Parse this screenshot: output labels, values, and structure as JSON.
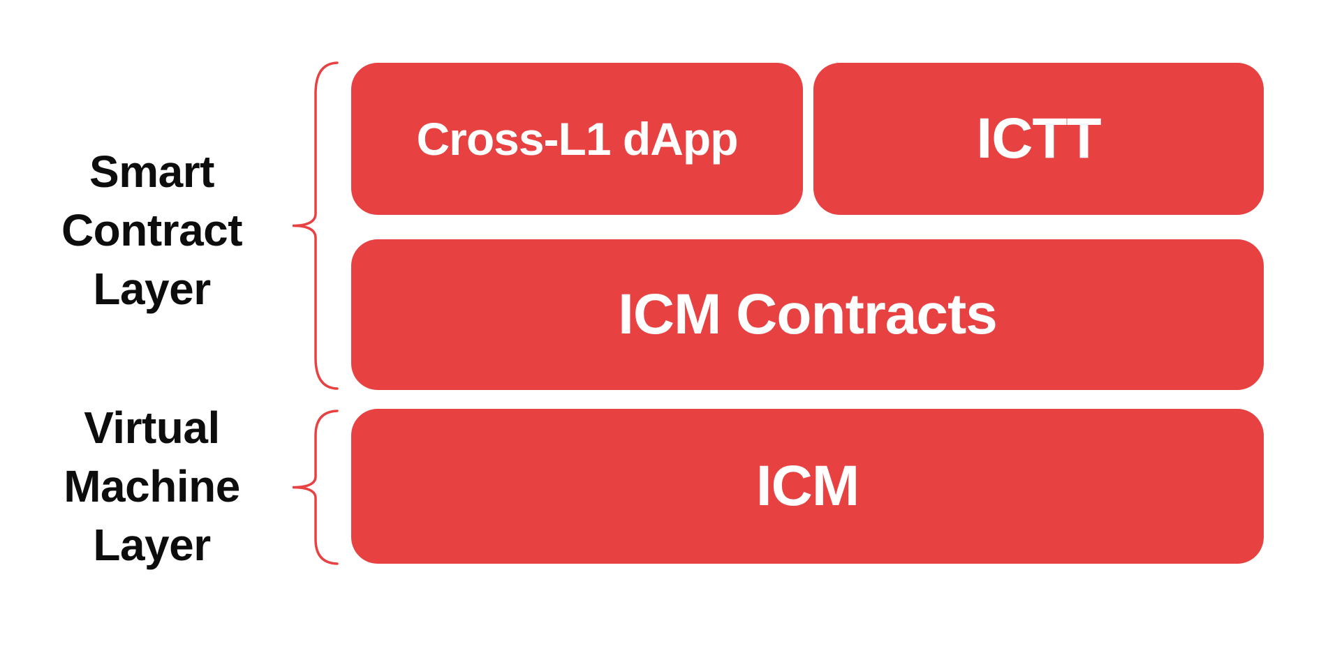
{
  "layers": [
    {
      "label": {
        "line1": "Smart",
        "line2": "Contract",
        "line3": "Layer"
      },
      "boxes": {
        "cross_l1_dapp": "Cross-L1 dApp",
        "ictt": "ICTT",
        "icm_contracts": "ICM Contracts"
      }
    },
    {
      "label": {
        "line1": "Virtual",
        "line2": "Machine",
        "line3": "Layer"
      },
      "boxes": {
        "icm": "ICM"
      }
    }
  ],
  "colors": {
    "box_fill": "#e84142",
    "box_text": "#ffffff",
    "label_text": "#0d0d0d",
    "brace": "#e84142",
    "background": "#ffffff"
  }
}
